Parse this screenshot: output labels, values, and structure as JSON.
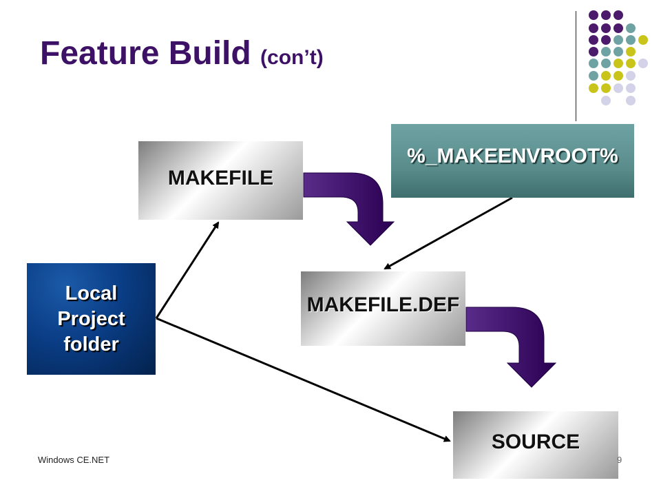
{
  "slide": {
    "title": "Feature Build",
    "title_suffix": "(con’t)",
    "footer": "Windows CE.NET",
    "page_number": "9"
  },
  "boxes": {
    "makefile": "MAKEFILE",
    "makeenvroot": "%_MAKEENVROOT%",
    "makefile_def": "MAKEFILE.DEF",
    "source": "SOURCE",
    "local_project_folder": [
      "Local",
      "Project",
      "folder"
    ]
  },
  "colors": {
    "title": "#3d1166",
    "curved_arrow": "#3a0a6b",
    "dot_purple": "#4b1a6b",
    "dot_teal": "#6fa3a3",
    "dot_yellow": "#c9c41a",
    "dot_lavender": "#d3d2e8"
  },
  "icons": {
    "curved_arrow": "curved-down-arrow-icon"
  }
}
